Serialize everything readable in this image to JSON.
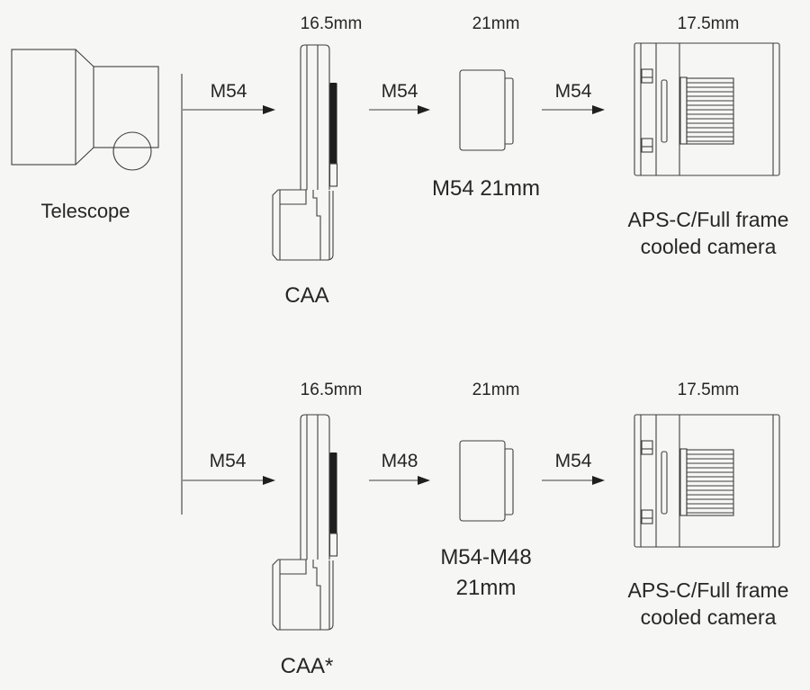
{
  "colors": {
    "background": "#f6f6f4",
    "line": "#3f3f3f",
    "text": "#262626",
    "dark_fill": "#1f1f1f"
  },
  "telescope_label": "Telescope",
  "rows": [
    {
      "adapter_dim": "16.5mm",
      "adapter_name": "CAA",
      "spacer_dim": "21mm",
      "spacer_name_line1": "M54 21mm",
      "spacer_name_line2": "",
      "camera_dim": "17.5mm",
      "camera_name_line1": "APS-C/Full frame",
      "camera_name_line2": "cooled camera",
      "conn1": "M54",
      "conn2": "M54",
      "conn3": "M54"
    },
    {
      "adapter_dim": "16.5mm",
      "adapter_name": "CAA*",
      "spacer_dim": "21mm",
      "spacer_name_line1": "M54-M48",
      "spacer_name_line2": "21mm",
      "camera_dim": "17.5mm",
      "camera_name_line1": "APS-C/Full frame",
      "camera_name_line2": "cooled camera",
      "conn1": "M54",
      "conn2": "M48",
      "conn3": "M54"
    }
  ]
}
